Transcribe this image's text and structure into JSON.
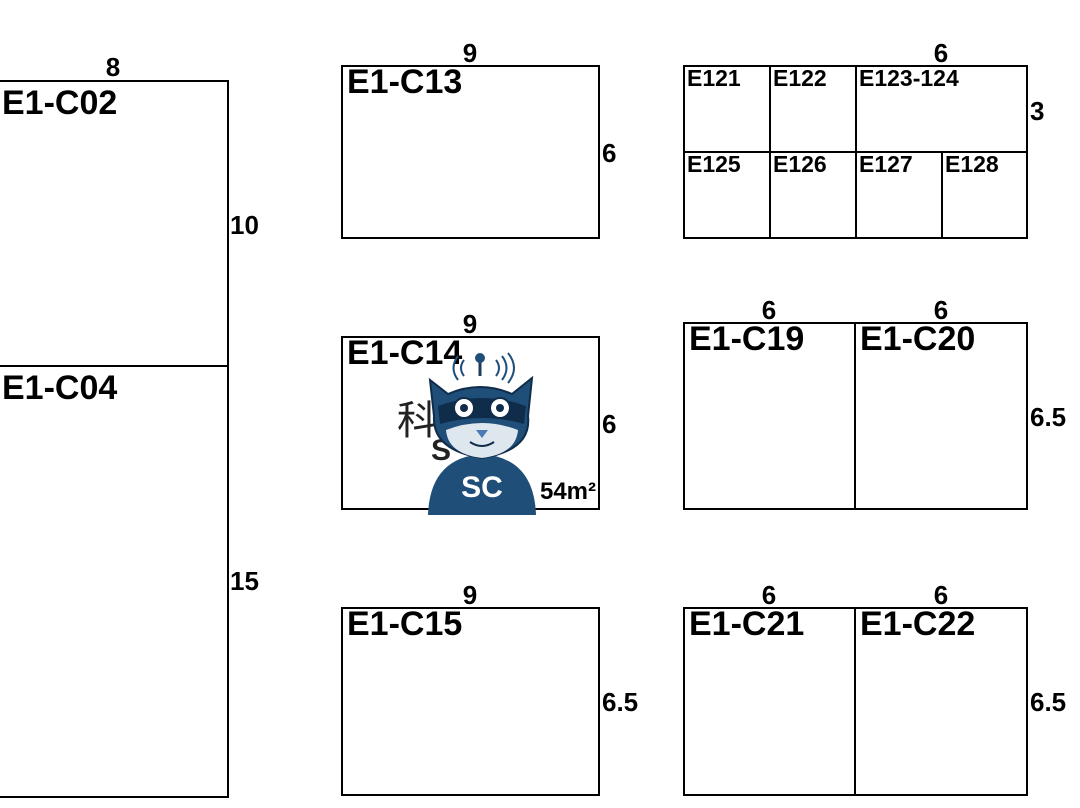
{
  "booths": {
    "c02": {
      "label": "E1-C02",
      "width": "8",
      "depth": "10"
    },
    "c04": {
      "label": "E1-C04",
      "depth": "15"
    },
    "c13": {
      "label": "E1-C13",
      "width": "9",
      "depth": "6"
    },
    "c14": {
      "label": "E1-C14",
      "width": "9",
      "depth": "6",
      "area_fragment": "54m²"
    },
    "c15": {
      "label": "E1-C15",
      "width": "9",
      "depth": "6.5"
    },
    "c19": {
      "label": "E1-C19",
      "width": "6",
      "depth": "6.5"
    },
    "c20": {
      "label": "E1-C20",
      "width": "6"
    },
    "c21": {
      "label": "E1-C21",
      "width": "6",
      "depth": "6.5"
    },
    "c22": {
      "label": "E1-C22",
      "width": "6"
    }
  },
  "small_block": {
    "width": "6",
    "depth": "3",
    "cells": [
      "E121",
      "E122",
      "E123-124",
      "E125",
      "E126",
      "E127",
      "E128"
    ]
  },
  "overlay": {
    "partial_text_1": "科",
    "partial_text_2": "S",
    "mascot_text": "SC"
  }
}
